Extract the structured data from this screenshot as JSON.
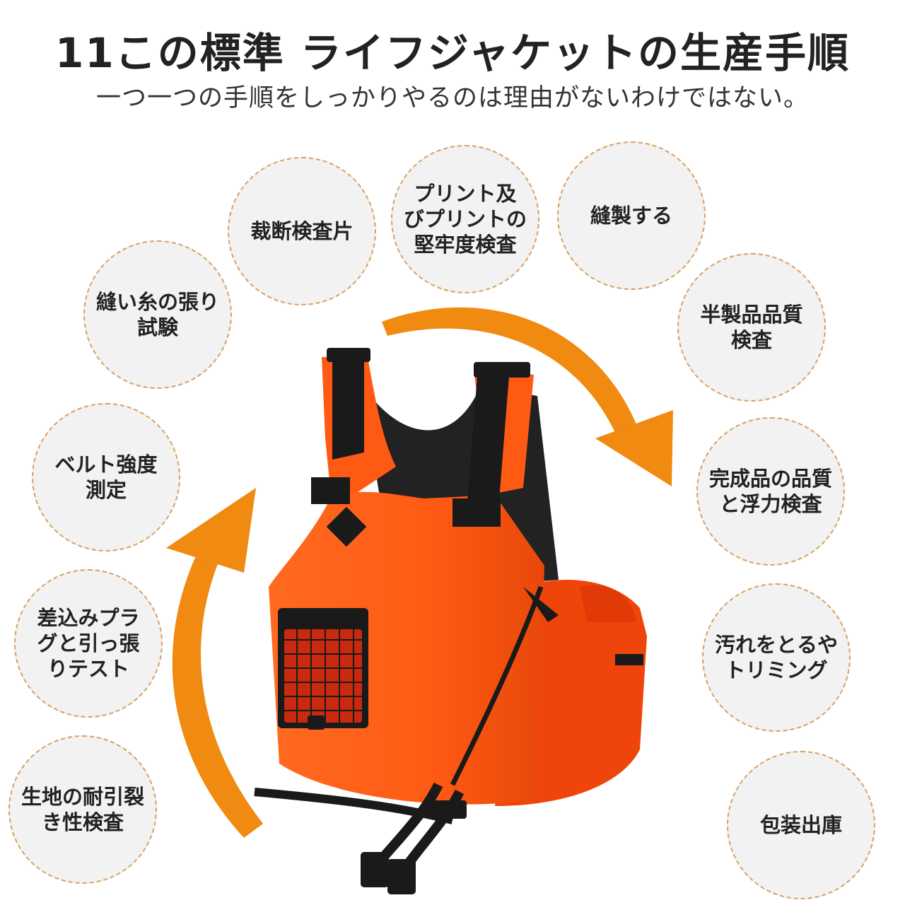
{
  "header": {
    "title": "11この標準 ライフジャケットの生産手順",
    "subtitle": "一つ一つの手順をしっかりやるのは理由がないわけではない。"
  },
  "steps": [
    {
      "label": "裁断検査片"
    },
    {
      "label": "プリント及\nびプリントの\n堅牢度検査"
    },
    {
      "label": "縫製する"
    },
    {
      "label": "縫い糸の張り\n試験"
    },
    {
      "label": "半製品品質\n検査"
    },
    {
      "label": "ベルト強度\n測定"
    },
    {
      "label": "完成品の品質\nと浮力検査"
    },
    {
      "label": "差込みプラ\nグと引っ張\nりテスト"
    },
    {
      "label": "汚れをとるや\nトリミング"
    },
    {
      "label": "生地の耐引裂\nき性検査"
    },
    {
      "label": "包装出庫"
    }
  ],
  "colors": {
    "accent_orange": "#f08a10",
    "vest_orange": "#ff5a14",
    "strap_black": "#1a1a1a",
    "circle_fill": "#f2f2f2",
    "circle_border": "#d9a060"
  },
  "icons": {
    "arrows": "curved-arrow",
    "product": "life-jacket-vest"
  }
}
